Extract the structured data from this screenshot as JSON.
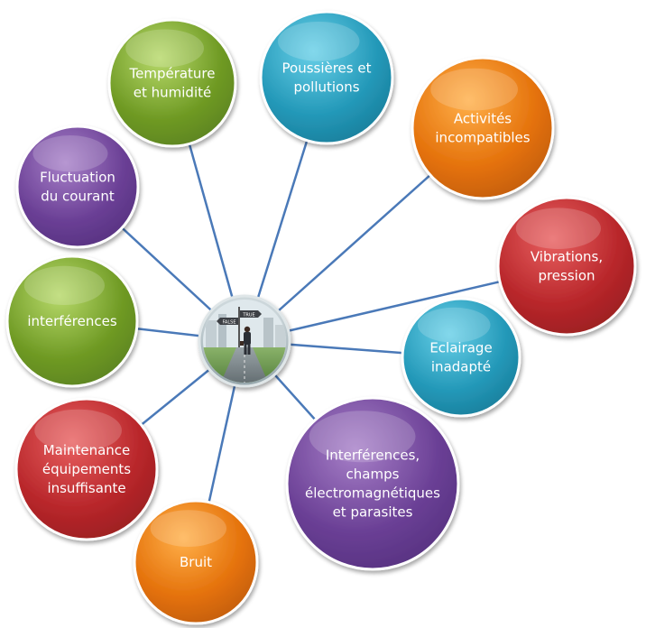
{
  "center": {
    "sign_top": "TRUE",
    "sign_bottom": "FALSE"
  },
  "nodes": [
    {
      "id": "temperature",
      "lines": [
        "Température",
        "et humidité"
      ],
      "color": "green"
    },
    {
      "id": "poussieres",
      "lines": [
        "Poussières et",
        "pollutions"
      ],
      "color": "blue"
    },
    {
      "id": "activites",
      "lines": [
        "Activités",
        "incompatibles"
      ],
      "color": "orange"
    },
    {
      "id": "vibrations",
      "lines": [
        "Vibrations,",
        "pression"
      ],
      "color": "red"
    },
    {
      "id": "eclairage",
      "lines": [
        "Eclairage",
        "inadapté"
      ],
      "color": "blue"
    },
    {
      "id": "interferences-champs",
      "lines": [
        "Interférences,",
        "champs",
        "électromagnétiques",
        "et parasites"
      ],
      "color": "purple"
    },
    {
      "id": "bruit",
      "lines": [
        "Bruit"
      ],
      "color": "orange"
    },
    {
      "id": "maintenance",
      "lines": [
        "Maintenance",
        "équipements",
        "insuffisante"
      ],
      "color": "red"
    },
    {
      "id": "interferences",
      "lines": [
        "interférences"
      ],
      "color": "green"
    },
    {
      "id": "fluctuation",
      "lines": [
        "Fluctuation",
        "du courant"
      ],
      "color": "purple"
    }
  ],
  "colors": {
    "green": {
      "light": "#b7d96a",
      "dark": "#6f9a24",
      "rim": "#5d8420"
    },
    "blue": {
      "light": "#68d0e8",
      "dark": "#2398b8",
      "rim": "#1a7f9c"
    },
    "orange": {
      "light": "#ffb04a",
      "dark": "#e4710a",
      "rim": "#c35e08"
    },
    "red": {
      "light": "#e86060",
      "dark": "#b8262a",
      "rim": "#9b1f22"
    },
    "purple": {
      "light": "#a780c8",
      "dark": "#6a3f95",
      "rim": "#573281"
    },
    "connector": "#4a79b8"
  }
}
